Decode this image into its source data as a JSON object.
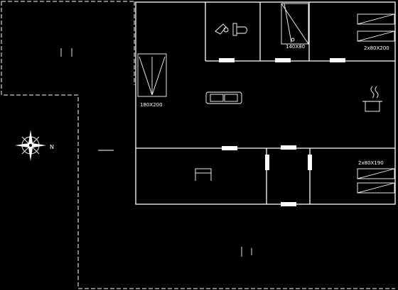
{
  "plan": {
    "compass_label": "N",
    "room_labels": {
      "bath_shower": "140X80",
      "bedroom_top_right": "2x80X200",
      "bedroom_left": "180X200",
      "bedroom_bottom_right": "2x80X190"
    },
    "colors": {
      "background": "#000000",
      "lines": "#ffffff"
    },
    "icons": [
      "compass-icon",
      "sofa-icon",
      "cooking-pot-icon",
      "toilet-sink-icon",
      "table-icon",
      "bed-icon",
      "shower-icon"
    ]
  }
}
